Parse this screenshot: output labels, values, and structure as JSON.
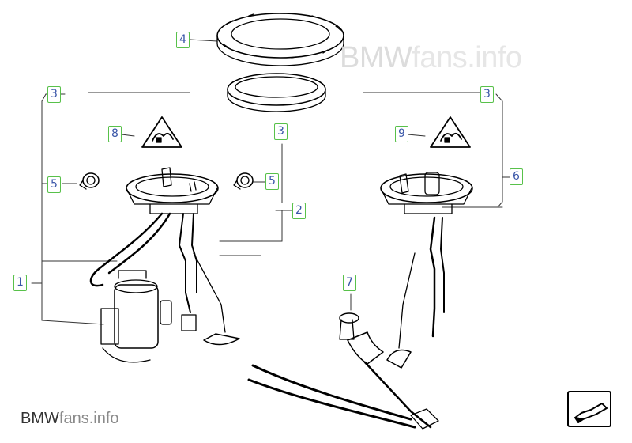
{
  "watermark": {
    "top": {
      "brand": "BMW",
      "rest": "fans.info"
    },
    "bottom": {
      "brand": "BMW",
      "rest": "fans.info"
    }
  },
  "callouts": [
    {
      "id": "c4",
      "label": "4"
    },
    {
      "id": "c3a",
      "label": "3"
    },
    {
      "id": "c3b",
      "label": "3"
    },
    {
      "id": "c3c",
      "label": "3"
    },
    {
      "id": "c8",
      "label": "8"
    },
    {
      "id": "c9",
      "label": "9"
    },
    {
      "id": "c5a",
      "label": "5"
    },
    {
      "id": "c5b",
      "label": "5"
    },
    {
      "id": "c6",
      "label": "6"
    },
    {
      "id": "c2",
      "label": "2"
    },
    {
      "id": "c1",
      "label": "1"
    },
    {
      "id": "c7",
      "label": "7"
    }
  ],
  "icons": {
    "navigation": "return-arrow-icon"
  },
  "colors": {
    "callout_border": "#58c14a",
    "callout_text": "#3a56a8",
    "line": "#000000"
  }
}
